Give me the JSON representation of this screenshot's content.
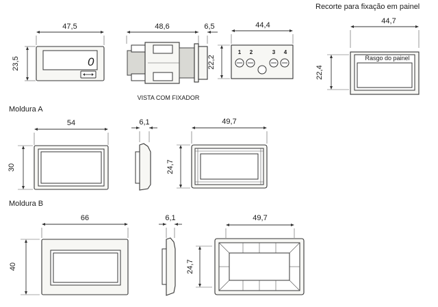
{
  "top": {
    "front_width": "47,5",
    "front_height": "23,5",
    "display_digit": "0",
    "side_width": "48,6",
    "side_depth": "6,5",
    "side_caption": "VISTA COM FIXADOR",
    "rear_width": "44,4",
    "rear_height": "22,2",
    "terminals": [
      "1",
      "2",
      "3",
      "4"
    ]
  },
  "cutout": {
    "title": "Recorte para fixação em painel",
    "width": "44,7",
    "height": "22,4",
    "label": "Rasgo do painel"
  },
  "frame_a": {
    "title": "Moldura A",
    "front_width": "54",
    "front_height": "30",
    "side_depth": "6,1",
    "back_width": "49,7",
    "back_height": "24,7"
  },
  "frame_b": {
    "title": "Moldura B",
    "front_width": "66",
    "front_height": "40",
    "side_depth": "6,1",
    "back_width": "49,7",
    "back_height": "24,7"
  }
}
